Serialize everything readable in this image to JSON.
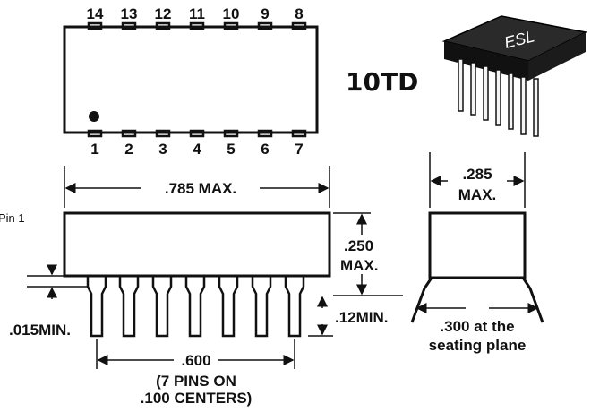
{
  "part_code": "10TD",
  "chip_marking": "ESL",
  "top_view": {
    "top_pins": [
      "14",
      "13",
      "12",
      "11",
      "10",
      "9",
      "8"
    ],
    "bottom_pins": [
      "1",
      "2",
      "3",
      "4",
      "5",
      "6",
      "7"
    ]
  },
  "side_view": {
    "pin1_label": "Pin 1",
    "length_label": ".785 MAX.",
    "height_label_1": ".250",
    "height_label_2": "MAX.",
    "lead_thickness_label": ".015MIN.",
    "lead_length_label": ".12MIN.",
    "span_label": ".600",
    "pins_note_1": "(7 PINS ON",
    "pins_note_2": ".100 CENTERS)"
  },
  "end_view": {
    "width_label_1": ".285",
    "width_label_2": "MAX.",
    "seating_label_1": ".300 at the",
    "seating_label_2": "seating plane"
  }
}
